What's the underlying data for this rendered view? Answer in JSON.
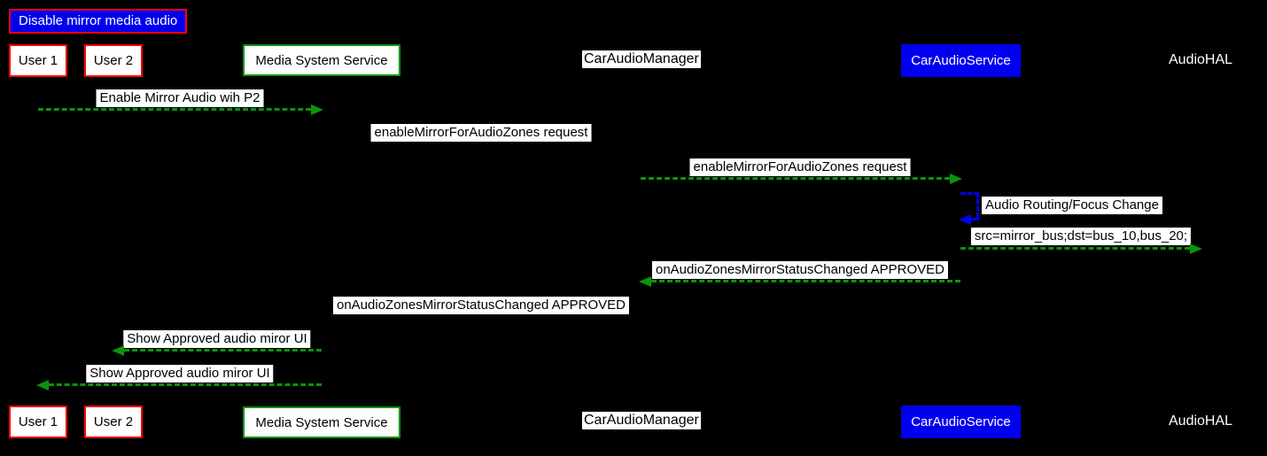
{
  "diagram": {
    "title": "Disable mirror media audio",
    "actors": [
      {
        "id": "user1",
        "label": "User 1",
        "style": "red-border"
      },
      {
        "id": "user2",
        "label": "User 2",
        "style": "red-border"
      },
      {
        "id": "media-system-service",
        "label": "Media System Service",
        "style": "green-border"
      },
      {
        "id": "car-audio-manager",
        "label": "CarAudioManager",
        "style": "white-plain"
      },
      {
        "id": "car-audio-service",
        "label": "CarAudioService",
        "style": "blue-fill"
      },
      {
        "id": "audio-hal",
        "label": "AudioHAL",
        "style": "text-on-black"
      }
    ],
    "messages": [
      {
        "from": "User 1",
        "to": "Media System Service",
        "label": "Enable Mirror Audio wih P2",
        "arrow": "green-dashed-right"
      },
      {
        "from": "Media System Service",
        "to": "CarAudioManager",
        "label": "enableMirrorForAudioZones request",
        "arrow": "hidden-right"
      },
      {
        "from": "CarAudioManager",
        "to": "CarAudioService",
        "label": "enableMirrorForAudioZones request",
        "arrow": "green-dashed-right"
      },
      {
        "from": "CarAudioService",
        "to": "CarAudioService",
        "label": "Audio Routing/Focus Change",
        "arrow": "blue-dashed-self"
      },
      {
        "from": "CarAudioService",
        "to": "AudioHAL",
        "label": "src=mirror_bus;dst=bus_10,bus_20;",
        "arrow": "green-dashed-right"
      },
      {
        "from": "CarAudioService",
        "to": "CarAudioManager",
        "label": "onAudioZonesMirrorStatusChanged APPROVED",
        "arrow": "green-dashed-left"
      },
      {
        "from": "CarAudioManager",
        "to": "Media System Service",
        "label": "onAudioZonesMirrorStatusChanged APPROVED",
        "arrow": "hidden-left"
      },
      {
        "from": "Media System Service",
        "to": "User 2",
        "label": "Show Approved audio miror UI",
        "arrow": "green-dashed-left"
      },
      {
        "from": "Media System Service",
        "to": "User 1",
        "label": "Show Approved audio miror UI",
        "arrow": "green-dashed-left"
      }
    ],
    "colors": {
      "background": "#000000",
      "arrow_green": "#0b930b",
      "arrow_blue": "#0000ee",
      "actor_red_border": "#ff0000",
      "actor_green_border": "#0b930b",
      "actor_blue_fill": "#0000ee",
      "message_label_bg": "#ffffff",
      "title_bg": "#0000ee",
      "title_border": "#ff0000"
    }
  }
}
